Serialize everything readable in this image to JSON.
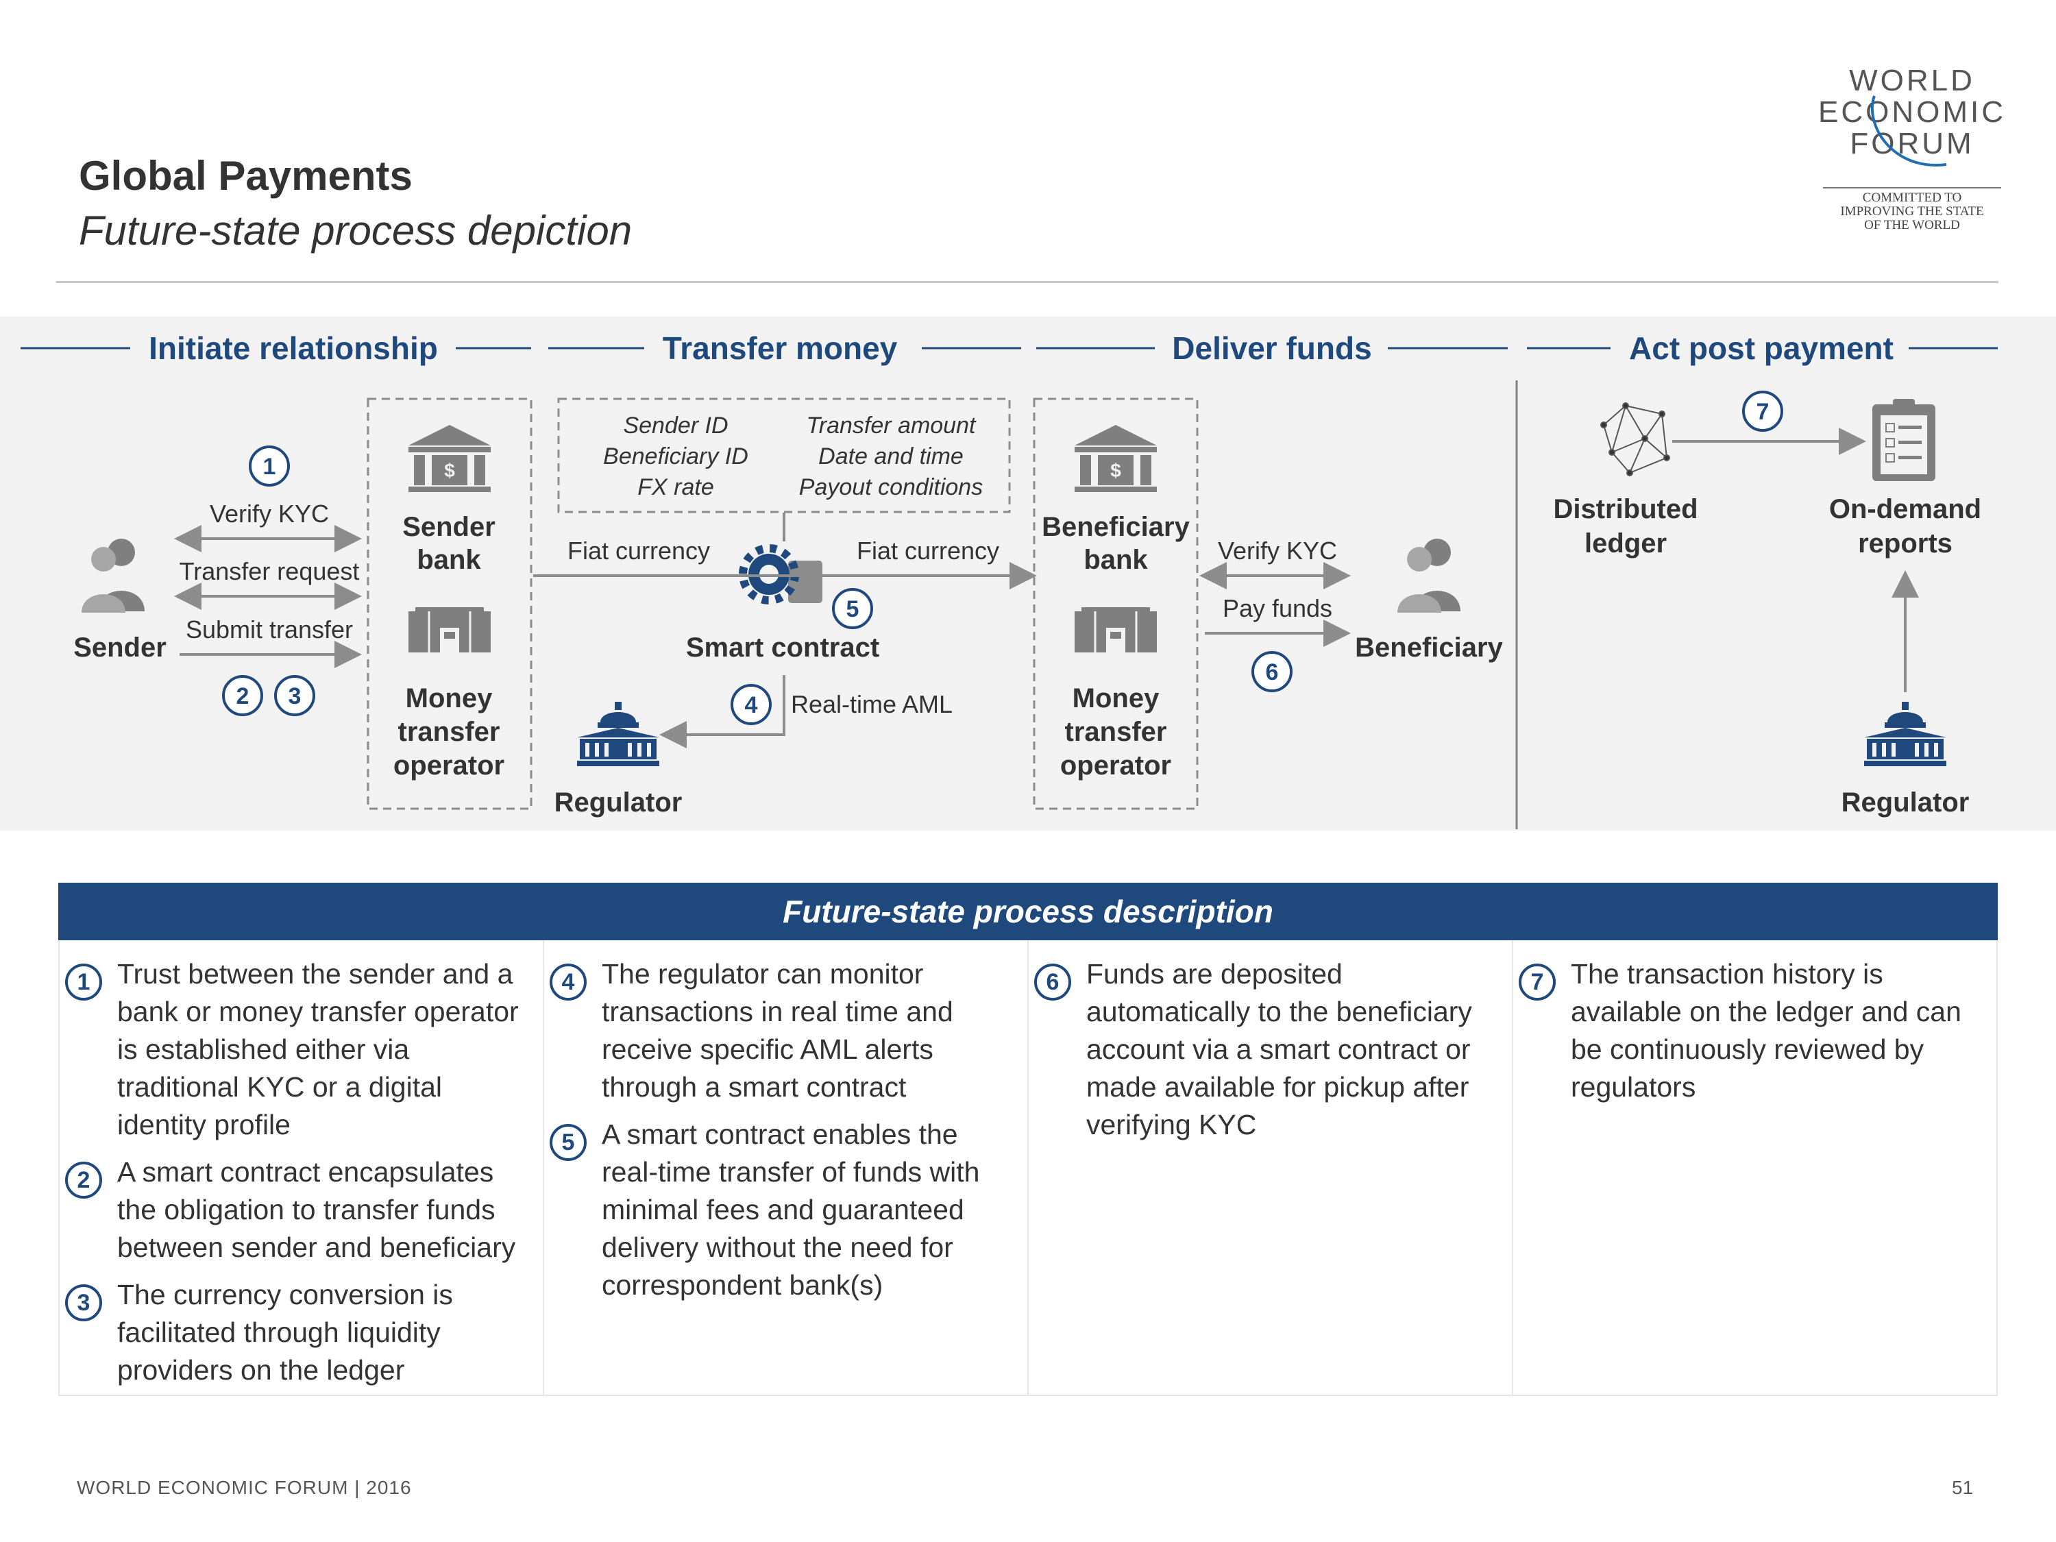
{
  "header": {
    "title": "Global Payments",
    "subtitle": "Future-state process depiction"
  },
  "logo": {
    "line1": "WORLD",
    "line2": "ECONOMIC",
    "line3": "FORUM",
    "tagline1": "COMMITTED TO",
    "tagline2": "IMPROVING THE STATE",
    "tagline3": "OF THE WORLD"
  },
  "phases": [
    "Initiate relationship",
    "Transfer money",
    "Deliver funds",
    "Act post payment"
  ],
  "diagram": {
    "sender": "Sender",
    "sender_bank_1": "Sender",
    "sender_bank_2": "bank",
    "mto_1": "Money",
    "mto_2": "transfer",
    "mto_3": "operator",
    "beneficiary_bank_1": "Beneficiary",
    "beneficiary_bank_2": "bank",
    "beneficiary": "Beneficiary",
    "smart_contract": "Smart contract",
    "regulator": "Regulator",
    "distributed_ledger_1": "Distributed",
    "distributed_ledger_2": "ledger",
    "reports_1": "On-demand",
    "reports_2": "reports",
    "verify_kyc": "Verify KYC",
    "transfer_request": "Transfer request",
    "submit_transfer": "Submit transfer",
    "fiat_currency": "Fiat currency",
    "real_time_aml": "Real-time AML",
    "pay_funds": "Pay funds",
    "contract_fields_left": [
      "Sender ID",
      "Beneficiary ID",
      "FX rate"
    ],
    "contract_fields_right": [
      "Transfer amount",
      "Date and time",
      "Payout conditions"
    ],
    "step_numbers": [
      "1",
      "2",
      "3",
      "4",
      "5",
      "6",
      "7"
    ]
  },
  "description": {
    "header": "Future-state process description",
    "columns": [
      [
        {
          "num": "1",
          "text": "Trust between the sender and a bank or money transfer operator is established either via traditional KYC or a digital identity profile"
        },
        {
          "num": "2",
          "text": "A smart contract encapsulates the obligation to transfer funds between sender and beneficiary"
        },
        {
          "num": "3",
          "text": "The currency conversion is facilitated through liquidity providers on the ledger"
        }
      ],
      [
        {
          "num": "4",
          "text": "The regulator can monitor transactions in real time and receive specific AML alerts through a smart contract"
        },
        {
          "num": "5",
          "text": "A smart contract enables the real-time transfer of funds with minimal fees and guaranteed delivery without the need for correspondent bank(s)"
        }
      ],
      [
        {
          "num": "6",
          "text": "Funds are deposited automatically to the beneficiary account via a smart contract or made available for pickup after verifying KYC"
        }
      ],
      [
        {
          "num": "7",
          "text": "The transaction history is available on the ledger and can be continuously reviewed by regulators"
        }
      ]
    ]
  },
  "footer": {
    "left": "WORLD ECONOMIC FORUM | 2016",
    "page": "51"
  },
  "colors": {
    "navy": "#1f497d",
    "grey_icon": "#7f7f7f",
    "text": "#333333",
    "panel": "#f2f2f2"
  }
}
